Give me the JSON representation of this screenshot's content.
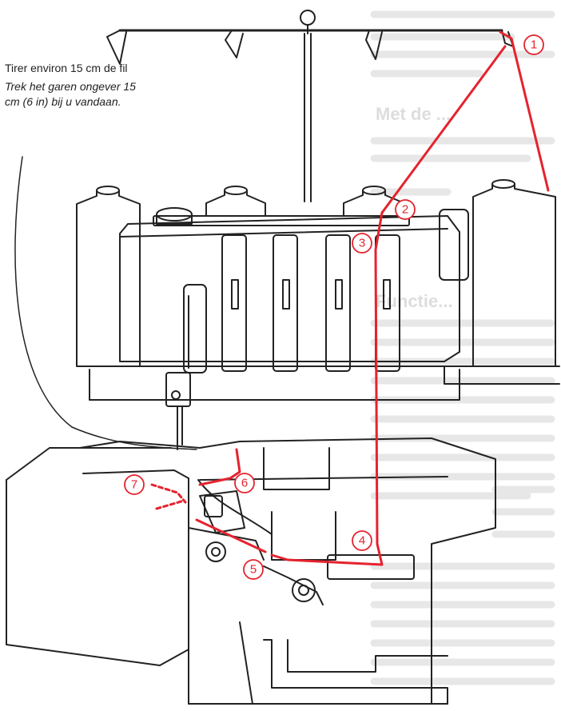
{
  "instructions": {
    "fr": "Tirer environ 15 cm de fil",
    "nl": "Trek het garen ongever 15 cm (6 in) bij u vandaan."
  },
  "steps": [
    "1",
    "2",
    "3",
    "4",
    "5",
    "6",
    "7"
  ],
  "background_text": {
    "heading_1": "Met de ...",
    "heading_2": "Functie..."
  },
  "colors": {
    "thread": "#e5232e",
    "outline": "#222222",
    "faint": "#c8c8c8"
  }
}
